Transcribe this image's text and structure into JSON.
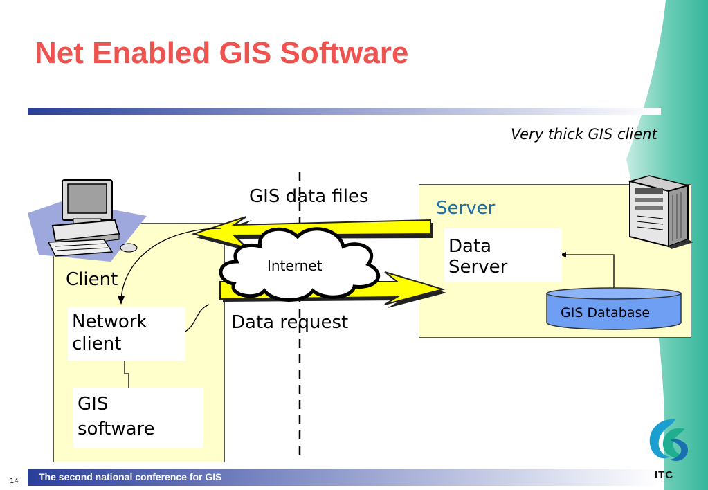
{
  "slide": {
    "title": "Net Enabled GIS Software",
    "subtitle": "Very thick GIS client",
    "page_number": "14",
    "footer": "The second national conference for GIS"
  },
  "diagram": {
    "arrow_top_label": "GIS data files",
    "arrow_bottom_label": "Data request",
    "cloud_label": "Internet",
    "client": {
      "label": "Client",
      "network_client": [
        "Network",
        "client"
      ],
      "gis_software": [
        "GIS",
        "software"
      ]
    },
    "server": {
      "label": "Server",
      "data_server": [
        "Data",
        "Server"
      ],
      "database": "GIS Database"
    }
  },
  "logo": {
    "text": "ITC"
  },
  "colors": {
    "title": "#ef5350",
    "box_fill": "#ffffcc",
    "arrow_fill": "#ffff00",
    "database_fill": "#6f9ff2",
    "accent_teal": "#2bb39a",
    "bar_blue": "#2a3f9a"
  }
}
